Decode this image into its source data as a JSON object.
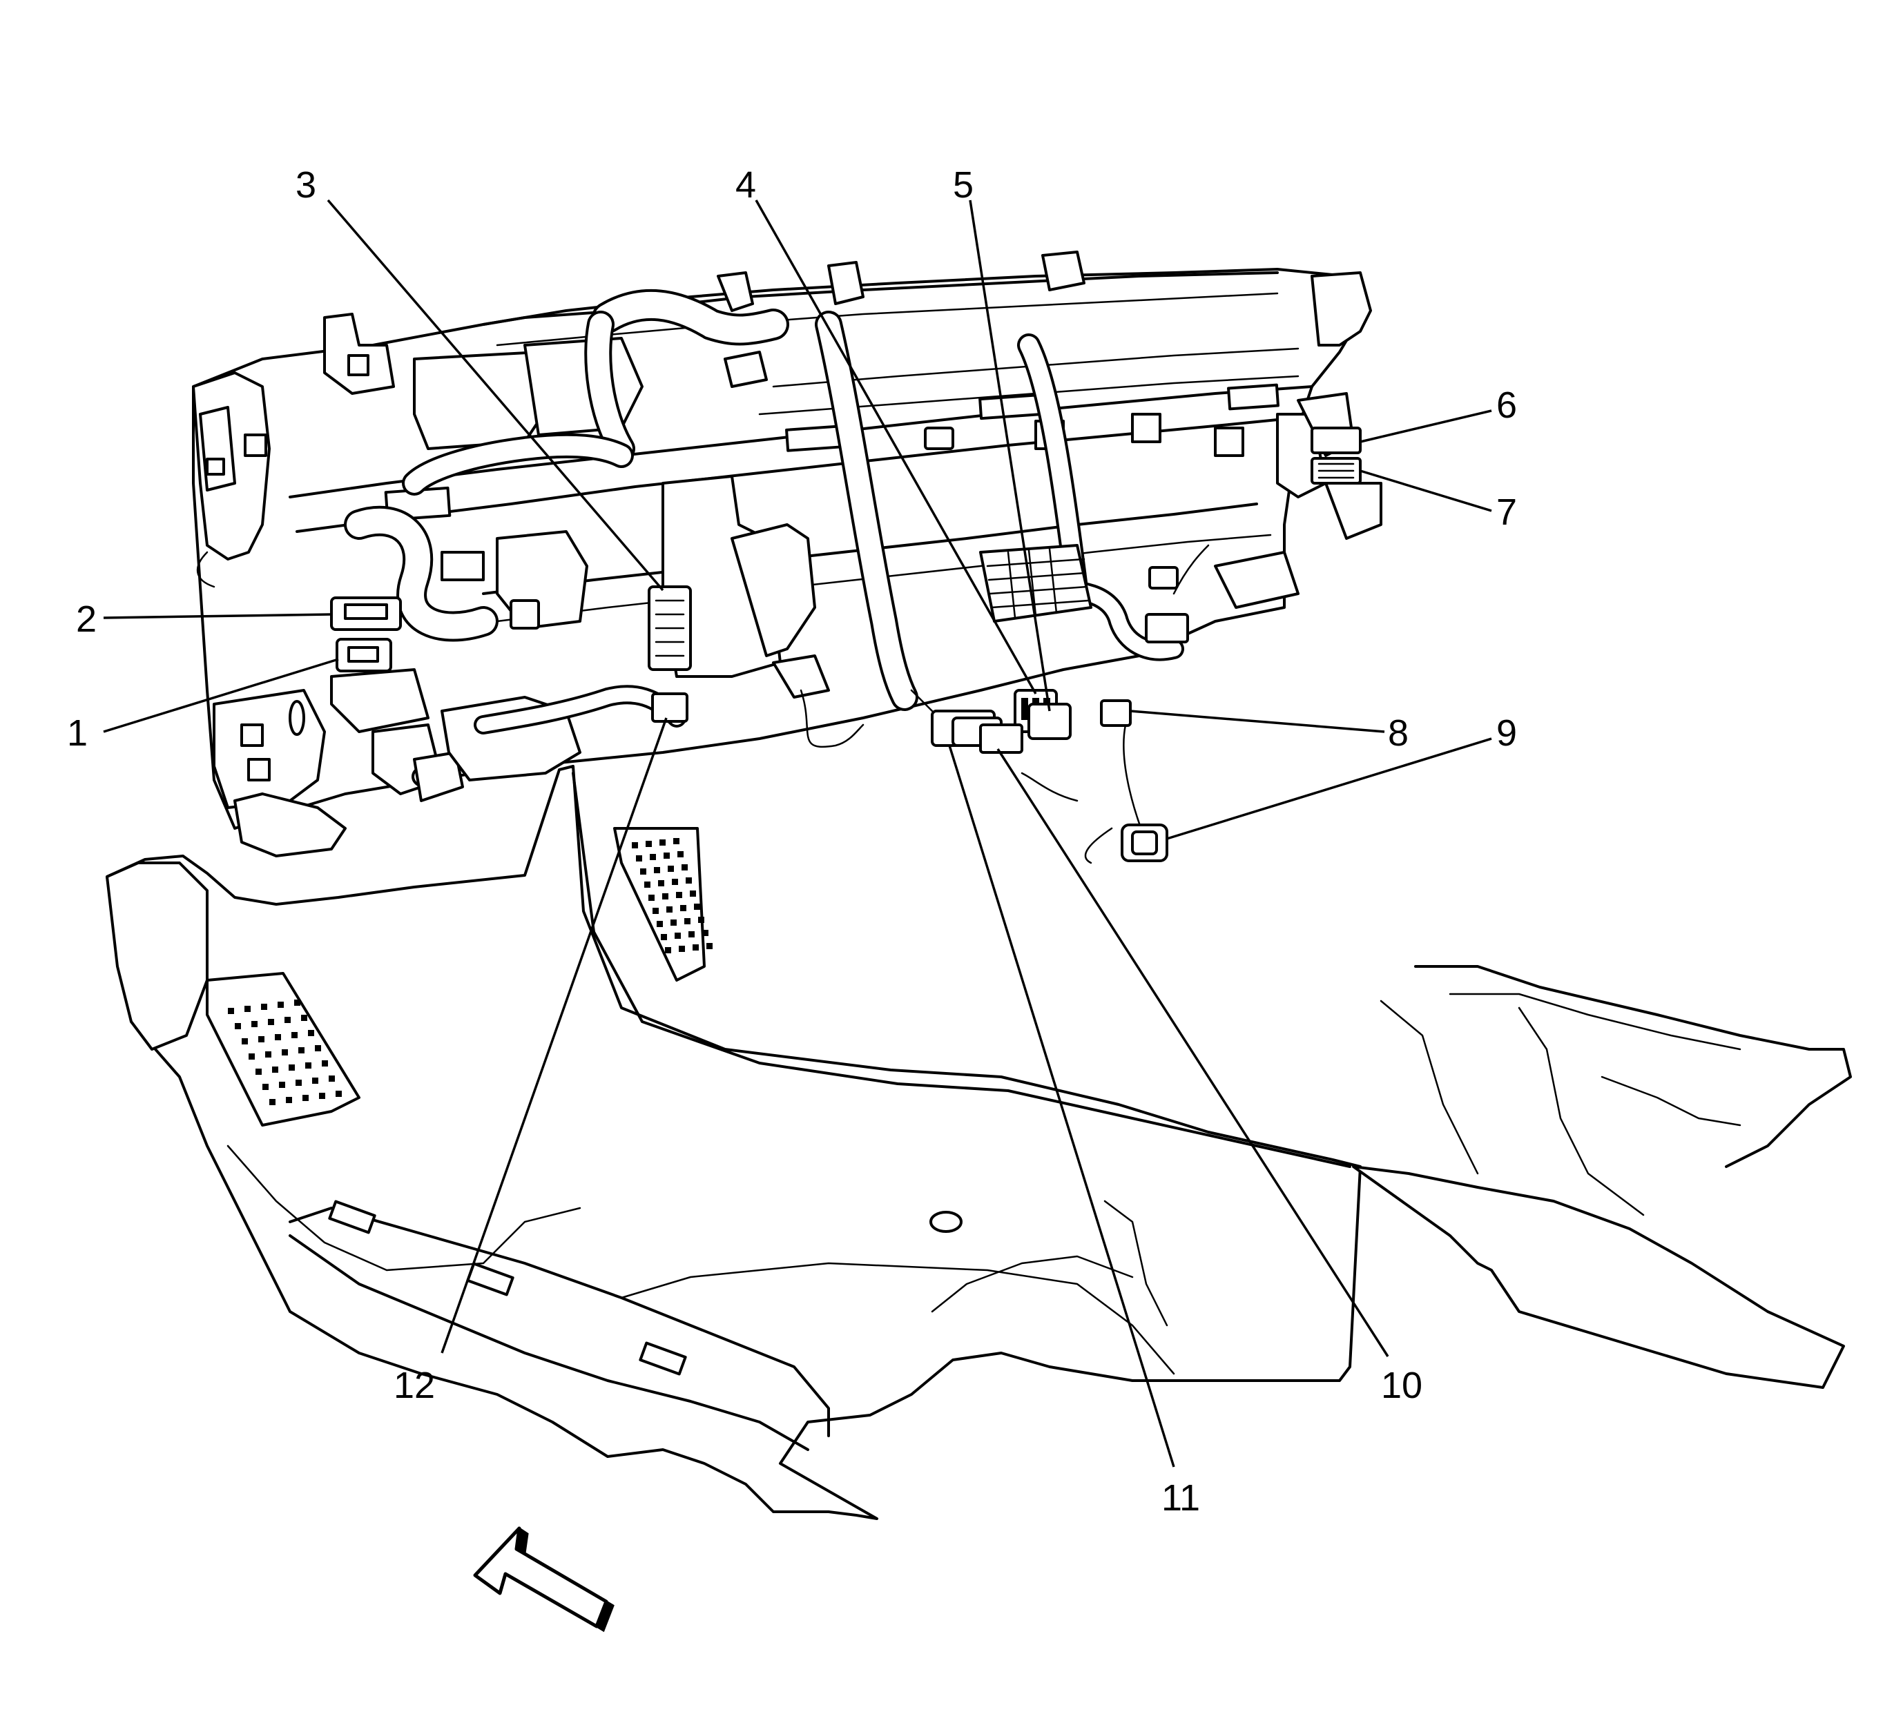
{
  "callouts": [
    {
      "id": "1",
      "label": "1"
    },
    {
      "id": "2",
      "label": "2"
    },
    {
      "id": "3",
      "label": "3"
    },
    {
      "id": "4",
      "label": "4"
    },
    {
      "id": "5",
      "label": "5"
    },
    {
      "id": "6",
      "label": "6"
    },
    {
      "id": "7",
      "label": "7"
    },
    {
      "id": "8",
      "label": "8"
    },
    {
      "id": "9",
      "label": "9"
    },
    {
      "id": "10",
      "label": "10"
    },
    {
      "id": "11",
      "label": "11"
    },
    {
      "id": "12",
      "label": "12"
    }
  ],
  "icons": {
    "view_direction": "view-direction-arrow-icon"
  },
  "colors": {
    "line": "#000000",
    "background": "#ffffff"
  }
}
